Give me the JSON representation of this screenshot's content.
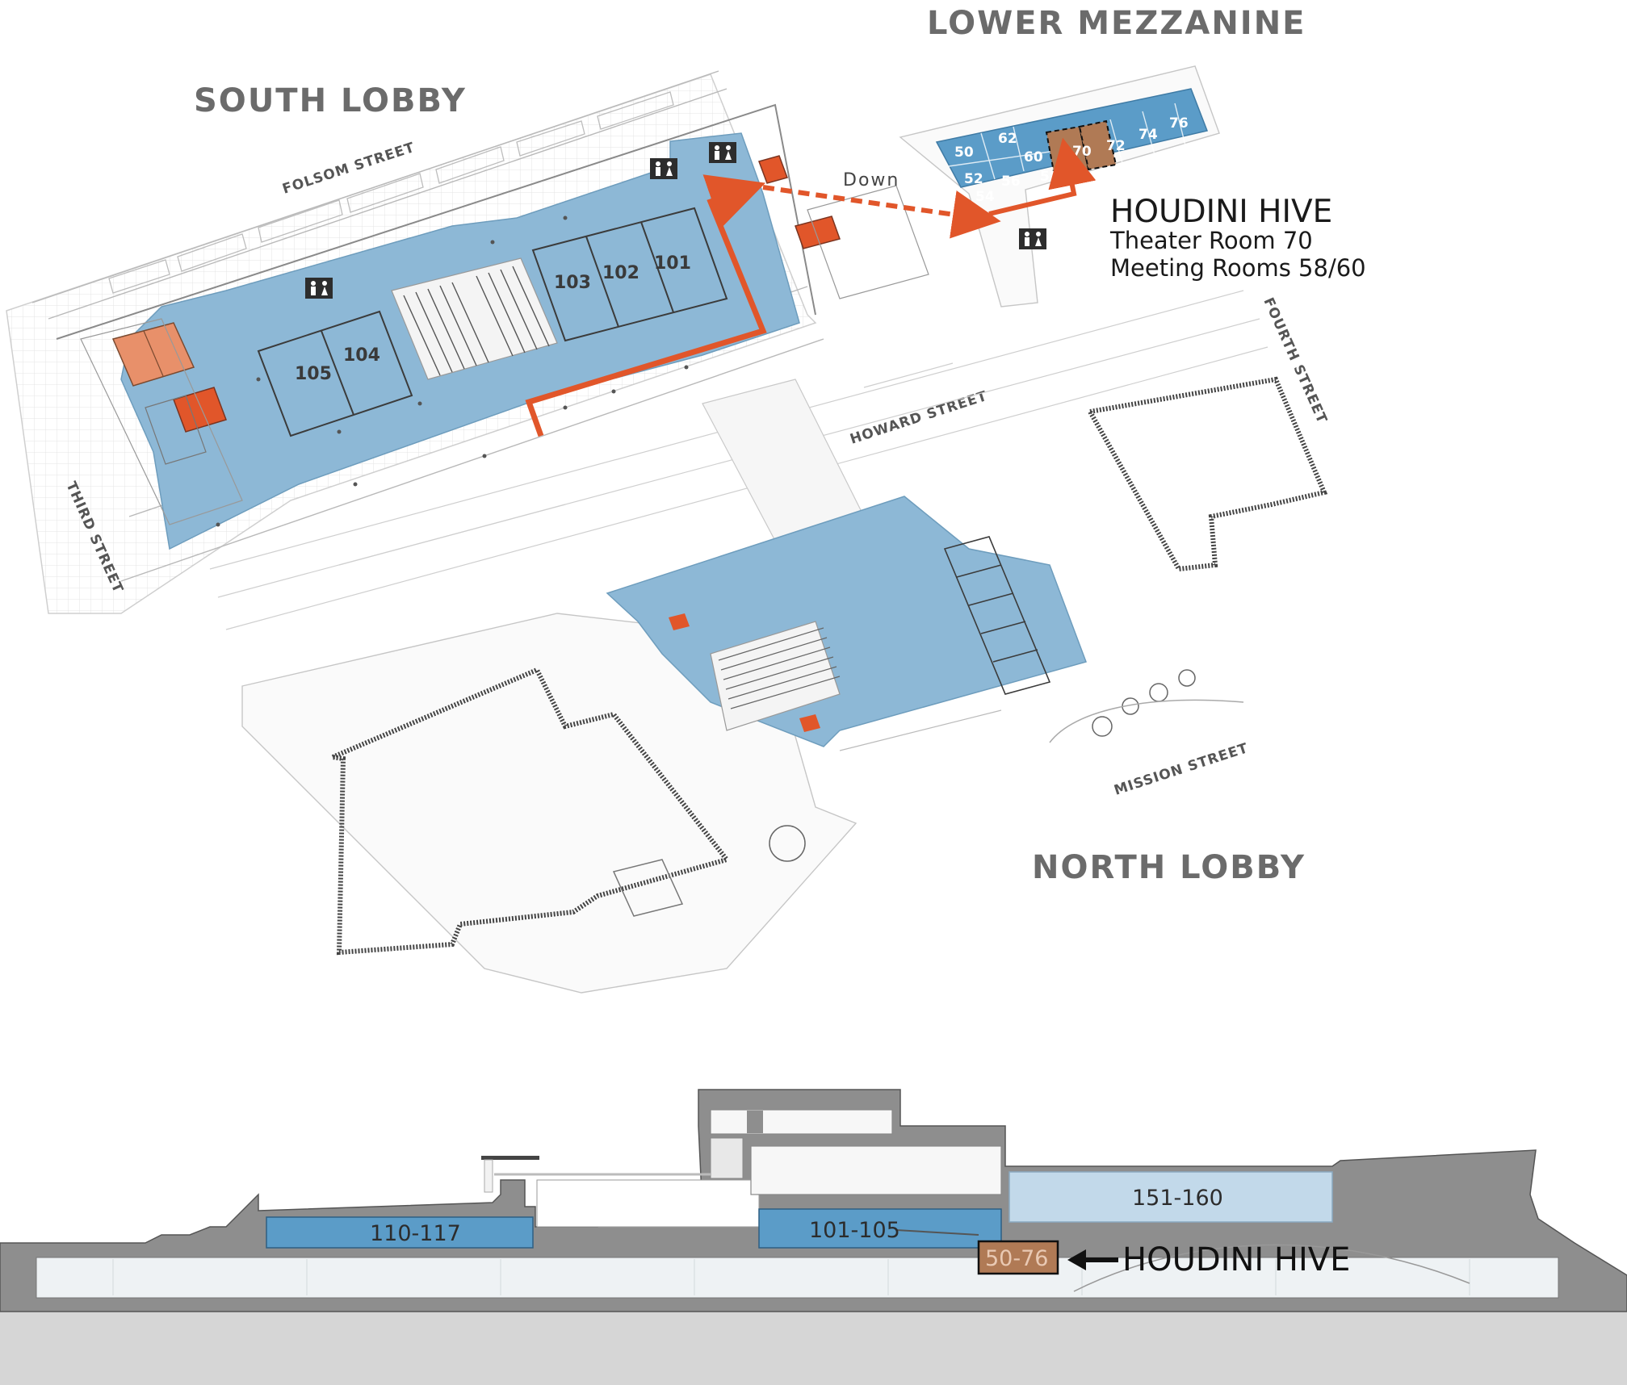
{
  "headings": {
    "south_lobby": "SOUTH LOBBY",
    "lower_mezzanine": "LOWER MEZZANINE",
    "north_lobby": "NORTH LOBBY"
  },
  "streets": {
    "folsom": "FOLSOM STREET",
    "howard": "HOWARD STREET",
    "third": "THIRD STREET",
    "fourth": "FOURTH STREET",
    "mission": "MISSION STREET"
  },
  "south_rooms": [
    "101",
    "102",
    "103",
    "104",
    "105"
  ],
  "mezzanine_rooms": [
    "50",
    "62",
    "60",
    "70",
    "72",
    "74",
    "76",
    "52",
    "54",
    "56",
    "58"
  ],
  "direction_label": "Down",
  "callout": {
    "title": "HOUDINI HIVE",
    "line1": "Theater Room 70",
    "line2": "Meeting Rooms 58/60"
  },
  "section": {
    "labels": [
      "110-117",
      "101-105",
      "151-160",
      "50-76"
    ],
    "pointer_label": "HOUDINI HIVE"
  },
  "colors": {
    "room_blue": "#8db8d6",
    "room_blue_light": "#c2d9ea",
    "mezz_blue": "#5b9cc8",
    "highlight_brown": "#b07a55",
    "route_orange": "#e1562a",
    "section_gray": "#8e8e8e",
    "ground_gray": "#d6d6d6"
  },
  "icons": [
    "restroom-icon",
    "arrow-left-icon",
    "route-arrow-icon",
    "tree-icon"
  ]
}
